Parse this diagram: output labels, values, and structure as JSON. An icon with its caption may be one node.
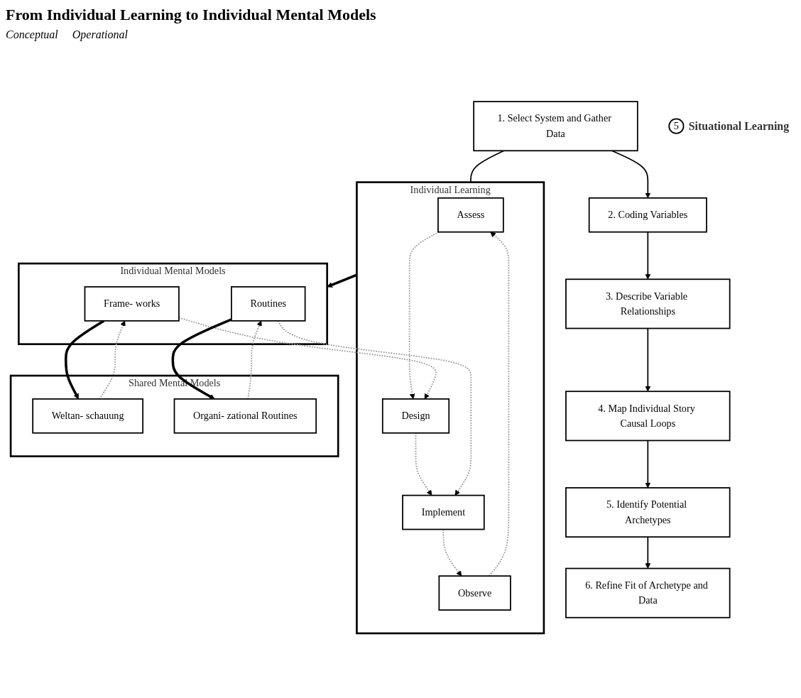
{
  "diagram": {
    "title": "From Individual Learning to Individual Mental Models",
    "nodes": [
      {
        "text": [
          "1. Select System and Gather Data"
        ]
      },
      {
        "text": [
          "2. Coding Variables"
        ]
      },
      {
        "text": [
          "3. Describe Variable Relationships"
        ]
      },
      {
        "text": [
          "4. Map Individual Story Causal Loops"
        ]
      },
      {
        "text": [
          "5. Identify Potential Archetypes"
        ]
      },
      {
        "text": [
          "6. Refine Fit of Archetype and Data"
        ]
      },
      {
        "text": [
          "Individual Learning"
        ]
      },
      {
        "text": [
          "Assess"
        ],
        "in": 6
      },
      {
        "text": [
          "Design"
        ],
        "in": 6
      },
      {
        "text": [
          "Observe"
        ],
        "in": 6
      },
      {
        "text": [
          "Implement"
        ],
        "in": 6
      },
      {
        "text": [
          "5"
        ],
        "beside": [
          "Situational Learning"
        ]
      },
      {
        "text": [
          "Individual Mental Models"
        ]
      },
      {
        "text": [
          "Frame- works"
        ],
        "in": 12
      },
      {
        "text": [
          "Routines"
        ],
        "in": 12
      },
      {
        "text": [
          "Shared Mental Models"
        ]
      },
      {
        "text": [
          "Weltan- schauung"
        ],
        "in": 15
      },
      {
        "text": [
          "Organi- zational Routines"
        ],
        "in": 15
      }
    ],
    "edges": [
      {
        "from": 0,
        "to": 1,
        "arrow": "to"
      },
      {
        "from": 1,
        "to": 2,
        "arrow": "to"
      },
      {
        "from": 2,
        "to": 3,
        "arrow": "to"
      },
      {
        "from": 3,
        "to": 4,
        "arrow": "to"
      },
      {
        "from": 4,
        "to": 5,
        "arrow": "to"
      },
      {
        "from": 0,
        "to": 6,
        "arrow": "none"
      },
      {
        "from": 6,
        "to": 12,
        "arrow": "to",
        "style": "thick"
      },
      {
        "from": 9,
        "to": 7,
        "arrow": "to",
        "style": "dashed",
        "color": "#999999"
      },
      {
        "from": 7,
        "to": 8,
        "arrow": "to",
        "style": "dashed",
        "color": "#999999"
      },
      {
        "from": 8,
        "to": 10,
        "arrow": "to",
        "style": "dashed",
        "color": "#999999"
      },
      {
        "from": 10,
        "to": 9,
        "arrow": "to",
        "style": "dashed",
        "color": "#999999"
      },
      {
        "from": 13,
        "to": 8,
        "arrow": "to",
        "style": "dashed",
        "color": "#999999"
      },
      {
        "from": 14,
        "to": 10,
        "arrow": "to",
        "style": "dashed",
        "color": "#999999"
      },
      {
        "from": 13,
        "to": 16,
        "arrow": "to",
        "style": "thick"
      },
      {
        "from": 14,
        "to": 17,
        "arrow": "to",
        "style": "thick"
      },
      {
        "from": 16,
        "to": 13,
        "arrow": "to",
        "style": "dashed",
        "color": "#999999"
      },
      {
        "from": 17,
        "to": 14,
        "arrow": "to",
        "style": "dashed",
        "color": "#999999"
      }
    ],
    "labels": [
      "Conceptual",
      "Operational"
    ]
  }
}
